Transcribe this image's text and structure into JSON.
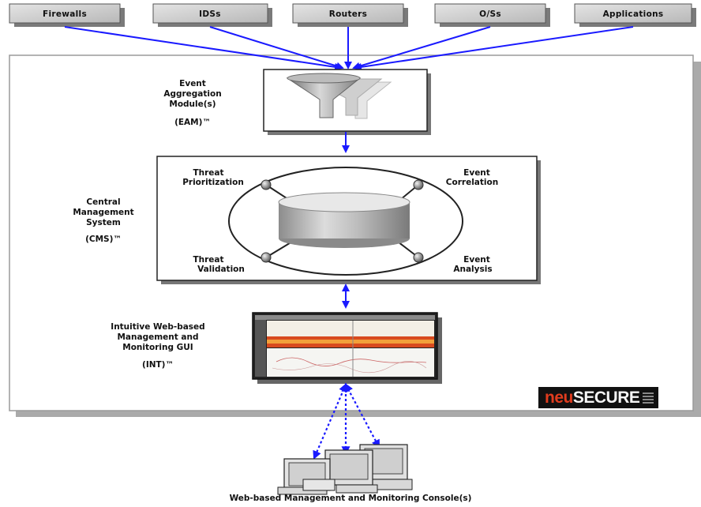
{
  "sources": [
    {
      "id": "firewalls",
      "label": "Firewalls"
    },
    {
      "id": "idss",
      "label": "IDSs"
    },
    {
      "id": "routers",
      "label": "Routers"
    },
    {
      "id": "oss",
      "label": "O/Ss"
    },
    {
      "id": "applications",
      "label": "Applications"
    }
  ],
  "eam": {
    "line1": "Event",
    "line2": "Aggregation",
    "line3": "Module(s)",
    "abbr": "(EAM)™"
  },
  "cms": {
    "line1": "Central",
    "line2": "Management",
    "line3": "System",
    "abbr": "(CMS)™",
    "nodes": {
      "threat_prioritization": {
        "line1": "Threat",
        "line2": "Prioritization"
      },
      "event_correlation": {
        "line1": "Event",
        "line2": "Correlation"
      },
      "threat_validation": {
        "line1": "Threat",
        "line2": "Validation"
      },
      "event_analysis": {
        "line1": "Event",
        "line2": "Analysis"
      }
    }
  },
  "int": {
    "line1": "Intuitive Web-based",
    "line2": "Management and",
    "line3": "Monitoring GUI",
    "abbr": "(INT)™"
  },
  "brand": {
    "part1": "neu",
    "part2": "SECURE"
  },
  "console": {
    "label": "Web-based Management and Monitoring Console(s)"
  },
  "colors": {
    "arrow": "#1a1aff",
    "brand_red": "#e03c1e"
  }
}
